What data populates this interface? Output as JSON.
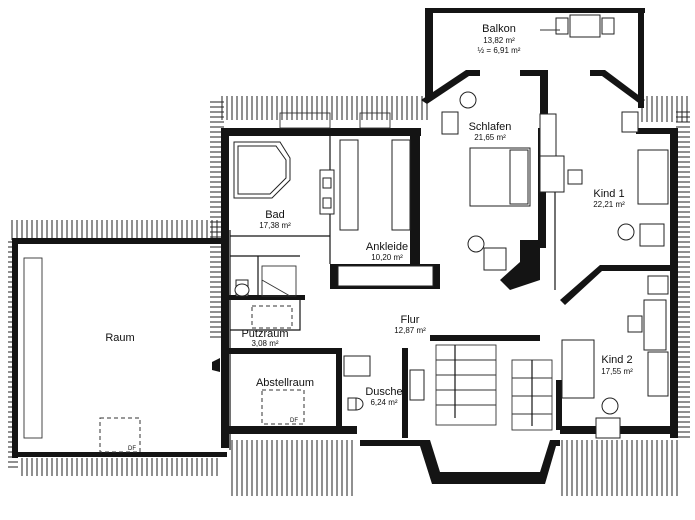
{
  "plan": {
    "rooms": {
      "balkon": {
        "name": "Balkon",
        "area": "13,82 m²",
        "area2": "½ = 6,91 m²"
      },
      "schlafen": {
        "name": "Schlafen",
        "area": "21,65 m²"
      },
      "bad": {
        "name": "Bad",
        "area": "17,38 m²"
      },
      "ankleide": {
        "name": "Ankleide",
        "area": "10,20 m²"
      },
      "kind1": {
        "name": "Kind 1",
        "area": "22,21 m²"
      },
      "raum": {
        "name": "Raum"
      },
      "flur": {
        "name": "Flur",
        "area": "12,87 m²"
      },
      "putzraum": {
        "name": "Putzraum",
        "area": "3,08 m²"
      },
      "kind2": {
        "name": "Kind 2",
        "area": "17,55 m²"
      },
      "abstellraum": {
        "name": "Abstellraum"
      },
      "dusche": {
        "name": "Dusche",
        "area": "6,24 m²"
      }
    },
    "skylight_label": "DF"
  }
}
